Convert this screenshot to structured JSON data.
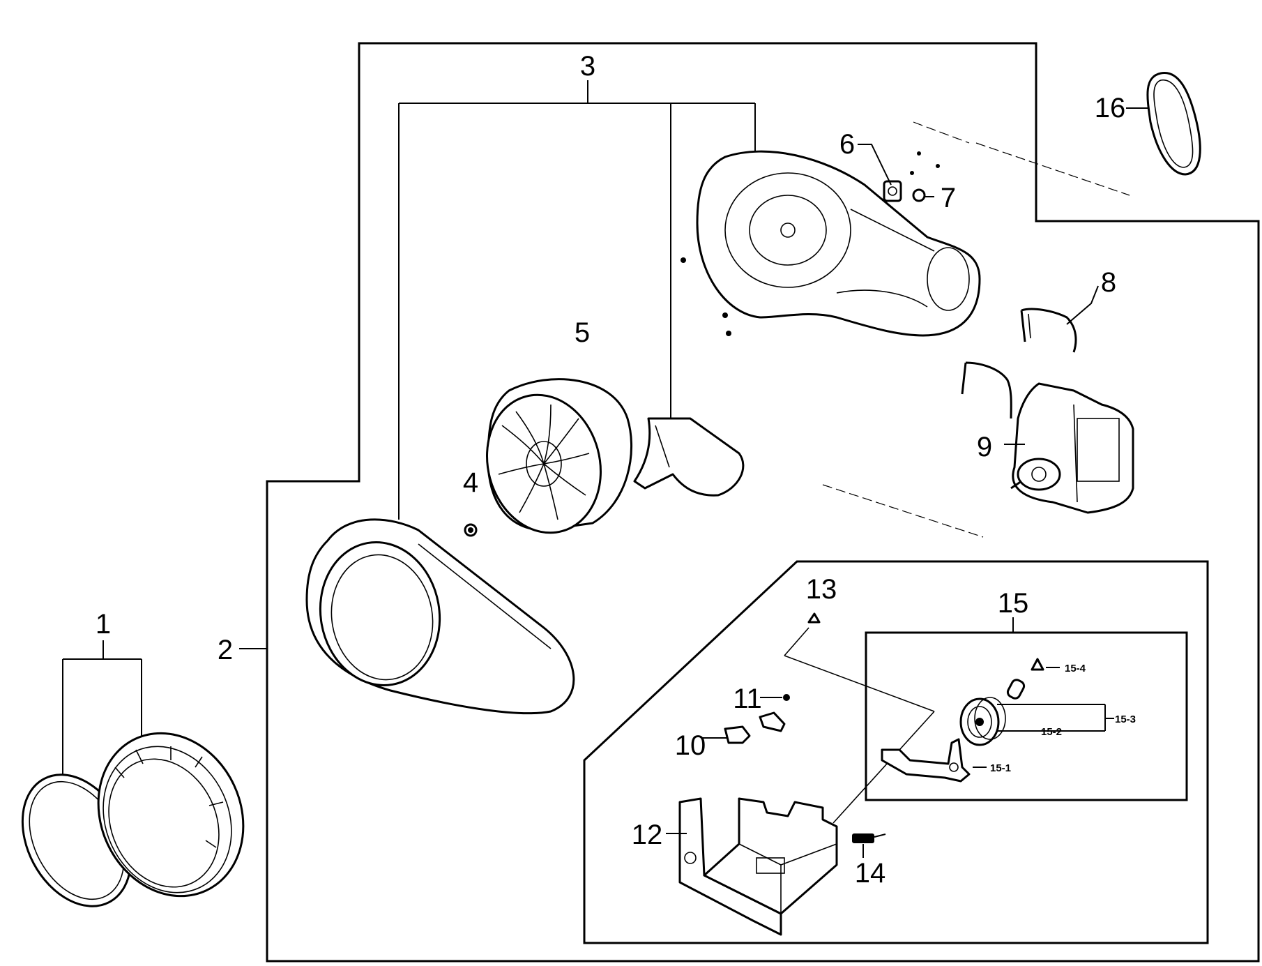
{
  "callouts": [
    {
      "id": "1",
      "text": "1"
    },
    {
      "id": "2",
      "text": "2"
    },
    {
      "id": "3",
      "text": "3"
    },
    {
      "id": "4",
      "text": "4"
    },
    {
      "id": "5",
      "text": "5"
    },
    {
      "id": "6",
      "text": "6"
    },
    {
      "id": "7",
      "text": "7"
    },
    {
      "id": "8",
      "text": "8"
    },
    {
      "id": "9",
      "text": "9"
    },
    {
      "id": "10",
      "text": "10"
    },
    {
      "id": "11",
      "text": "11"
    },
    {
      "id": "12",
      "text": "12"
    },
    {
      "id": "13",
      "text": "13"
    },
    {
      "id": "14",
      "text": "14"
    },
    {
      "id": "15",
      "text": "15"
    },
    {
      "id": "16",
      "text": "16"
    }
  ],
  "sub_callouts": [
    {
      "id": "15-1",
      "text": "15-1"
    },
    {
      "id": "15-2",
      "text": "15-2"
    },
    {
      "id": "15-3",
      "text": "15-3"
    },
    {
      "id": "15-4",
      "text": "15-4"
    }
  ]
}
